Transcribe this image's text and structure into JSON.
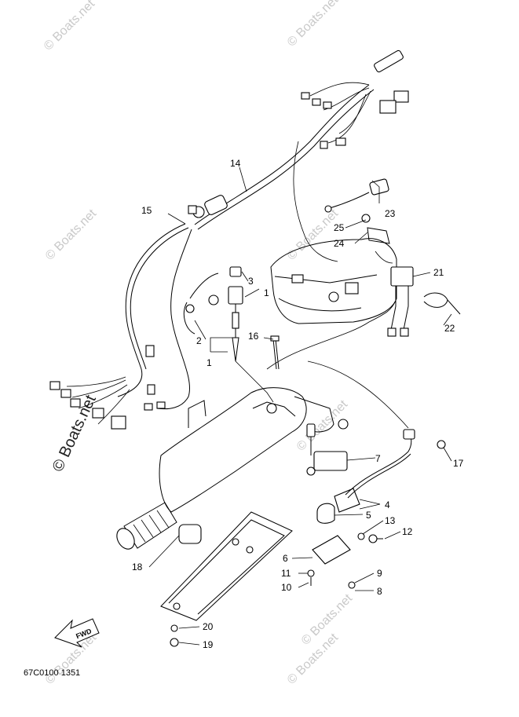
{
  "watermark": {
    "text": "© Boats.net",
    "color": "#c9c9c9"
  },
  "diagram": {
    "code": "67C0100 1351",
    "fwd": "FWD",
    "callouts": [
      "1",
      "1",
      "2",
      "3",
      "4",
      "5",
      "6",
      "7",
      "8",
      "9",
      "10",
      "11",
      "12",
      "13",
      "14",
      "15",
      "16",
      "17",
      "18",
      "19",
      "20",
      "21",
      "22",
      "23",
      "24",
      "25"
    ]
  }
}
